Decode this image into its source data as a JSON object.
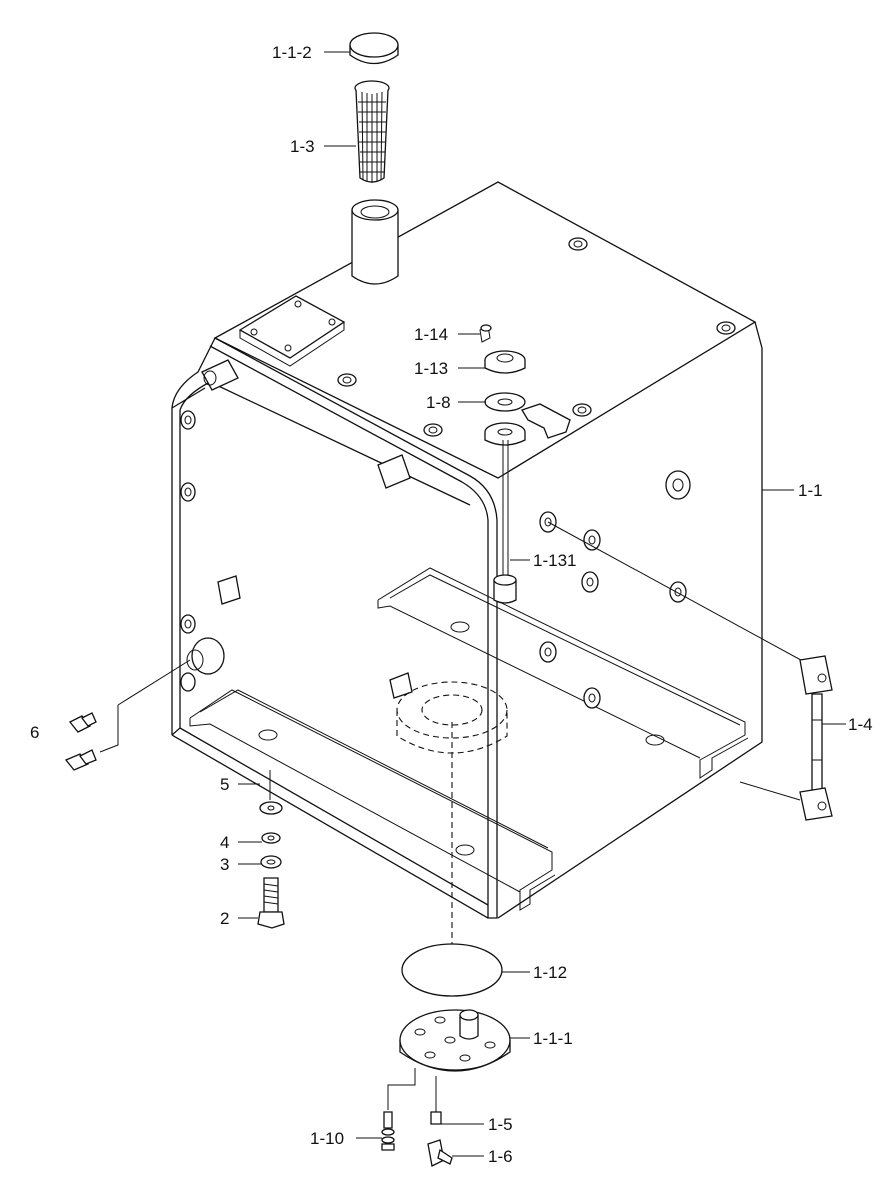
{
  "diagram": {
    "labels": {
      "cap": "1-1-2",
      "strainer": "1-3",
      "level_screw": "1-14",
      "level_flange": "1-13",
      "gasket": "1-8",
      "tank": "1-1",
      "rod": "1-131",
      "level_gauge": "1-4",
      "plugs": "6",
      "washer_large": "5",
      "washer_spring": "4",
      "washer_plain": "3",
      "bolt": "2",
      "cover_gasket": "1-12",
      "cover": "1-1-1",
      "drain_bolt": "1-10",
      "drain_valve": "1-5",
      "drain_cock": "1-6"
    }
  }
}
